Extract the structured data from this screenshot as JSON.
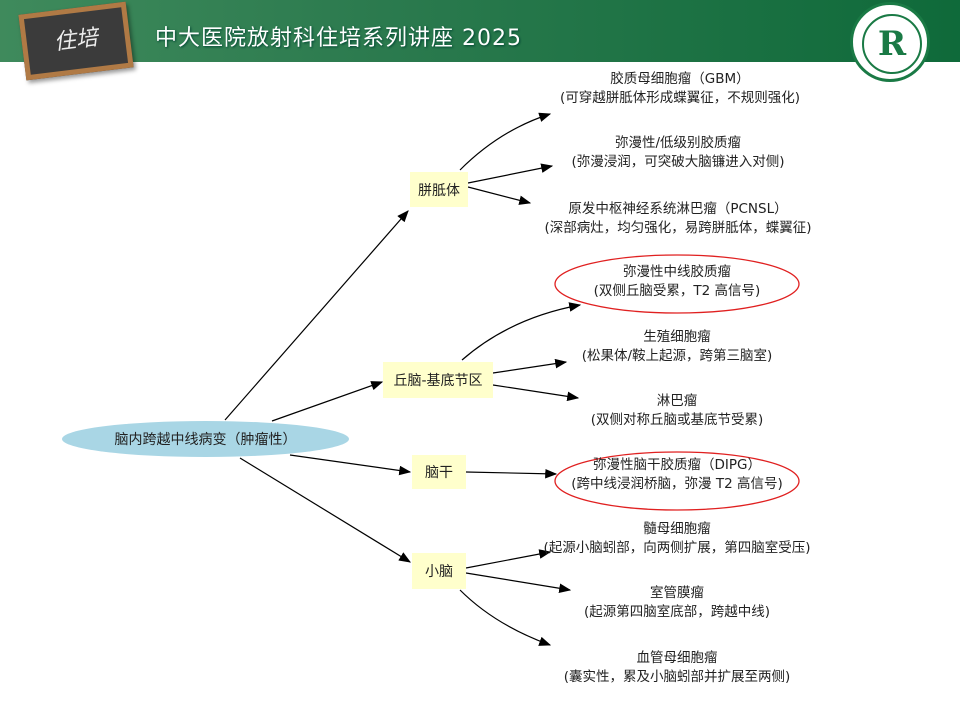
{
  "header": {
    "title": "中大医院放射科住培系列讲座 2025",
    "badge": "住培",
    "logo_letter": "R"
  },
  "root": "脑内跨越中线病变（肿瘤性）",
  "branches": [
    {
      "label": "胼胝体",
      "leaves": [
        {
          "name": "胶质母细胞瘤（GBM）",
          "desc": "(可穿越胼胝体形成蝶翼征，不规则强化)"
        },
        {
          "name": "弥漫性/低级别胶质瘤",
          "desc": "(弥漫浸润，可突破大脑镰进入对侧)"
        },
        {
          "name": "原发中枢神经系统淋巴瘤（PCNSL）",
          "desc": "(深部病灶，均匀强化，易跨胼胝体，蝶翼征)"
        }
      ]
    },
    {
      "label": "丘脑-基底节区",
      "leaves": [
        {
          "name": "弥漫性中线胶质瘤",
          "desc": "(双侧丘脑受累，T2 高信号)",
          "highlight": true
        },
        {
          "name": "生殖细胞瘤",
          "desc": "(松果体/鞍上起源，跨第三脑室)"
        },
        {
          "name": "淋巴瘤",
          "desc": "(双侧对称丘脑或基底节受累)"
        }
      ]
    },
    {
      "label": "脑干",
      "leaves": [
        {
          "name": "弥漫性脑干胶质瘤（DIPG）",
          "desc": "(跨中线浸润桥脑，弥漫 T2 高信号)",
          "highlight": true
        }
      ]
    },
    {
      "label": "小脑",
      "leaves": [
        {
          "name": "髓母细胞瘤",
          "desc": "(起源小脑蚓部，向两侧扩展，第四脑室受压)"
        },
        {
          "name": "室管膜瘤",
          "desc": "(起源第四脑室底部，跨越中线)"
        },
        {
          "name": "血管母细胞瘤",
          "desc": "(囊实性，累及小脑蚓部并扩展至两侧)"
        }
      ]
    }
  ],
  "colors": {
    "header": "#1f7548",
    "root": "#a9d6e5",
    "branch": "#ffffcc",
    "highlight": "#e02020"
  }
}
